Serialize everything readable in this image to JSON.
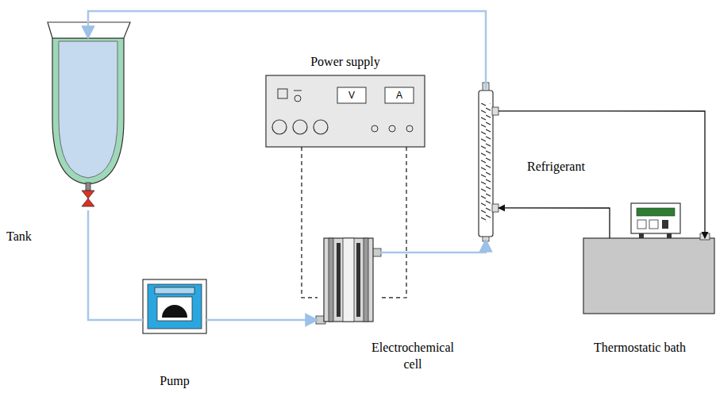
{
  "diagram": {
    "nodes": [
      {
        "text": [
          "Tank"
        ]
      },
      {
        "text": [
          "Pump"
        ]
      },
      {
        "text": [
          "Power supply"
        ]
      },
      {
        "text": [
          "Electrochemical cell"
        ]
      },
      {
        "text": [
          "Refrigerant"
        ]
      },
      {
        "text": [
          "Thermostatic bath"
        ]
      }
    ],
    "edges": [
      {
        "from": 0,
        "to": 1,
        "arrow": "none"
      },
      {
        "from": 1,
        "to": 3,
        "arrow": "to"
      },
      {
        "from": 3,
        "to": 4,
        "arrow": "to"
      },
      {
        "from": 4,
        "to": 0,
        "arrow": "to"
      },
      {
        "from": 5,
        "to": 4,
        "arrow": "to"
      },
      {
        "from": 4,
        "to": 5,
        "arrow": "to"
      },
      {
        "from": 2,
        "to": 3,
        "arrow": "none"
      },
      {
        "from": 2,
        "to": 3,
        "arrow": "none"
      }
    ],
    "labels": [
      "V",
      "A"
    ]
  }
}
